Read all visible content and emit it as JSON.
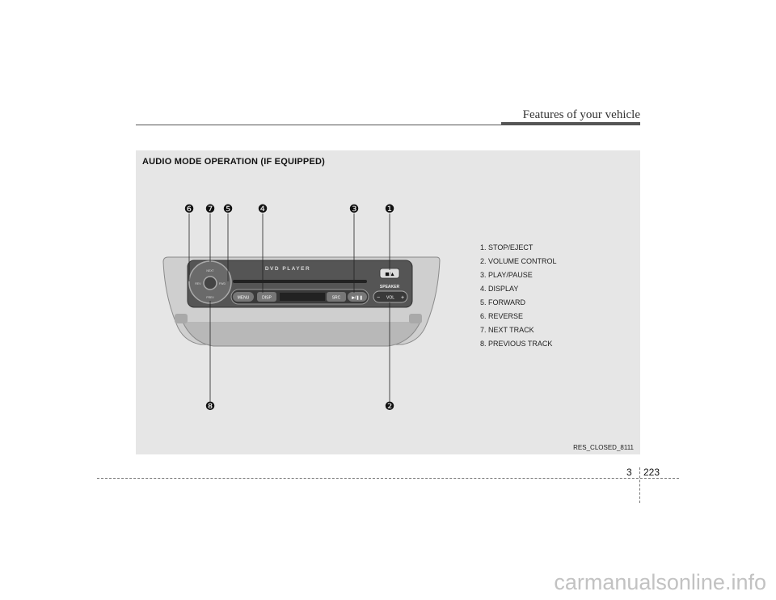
{
  "header": {
    "title": "Features of your vehicle"
  },
  "figure": {
    "title": "AUDIO MODE OPERATION (IF EQUIPPED)",
    "code": "RES_CLOSED_8111",
    "device": {
      "label": "DVD PLAYER",
      "speaker_label": "SPEAKER",
      "buttons": {
        "menu": "MENU",
        "disp": "DISP",
        "src": "SRC",
        "play_pause": "▶/❚❚",
        "stop_eject": "■/▲",
        "vol": "VOL",
        "vol_minus": "−",
        "vol_plus": "+",
        "nav_up": "NEXT",
        "nav_left": "REV",
        "nav_right": "FWD",
        "nav_down": "PREV"
      }
    },
    "callouts": {
      "c1": "❶",
      "c2": "❷",
      "c3": "❸",
      "c4": "❹",
      "c5": "❺",
      "c6": "❻",
      "c7": "❼",
      "c8": "❽"
    },
    "legend": [
      "1. STOP/EJECT",
      "2. VOLUME CONTROL",
      "3. PLAY/PAUSE",
      "4. DISPLAY",
      "5. FORWARD",
      "6. REVERSE",
      "7. NEXT TRACK",
      "8. PREVIOUS TRACK"
    ]
  },
  "footer": {
    "chapter": "3",
    "page": "223"
  },
  "watermark": "carmanualsonline.info"
}
